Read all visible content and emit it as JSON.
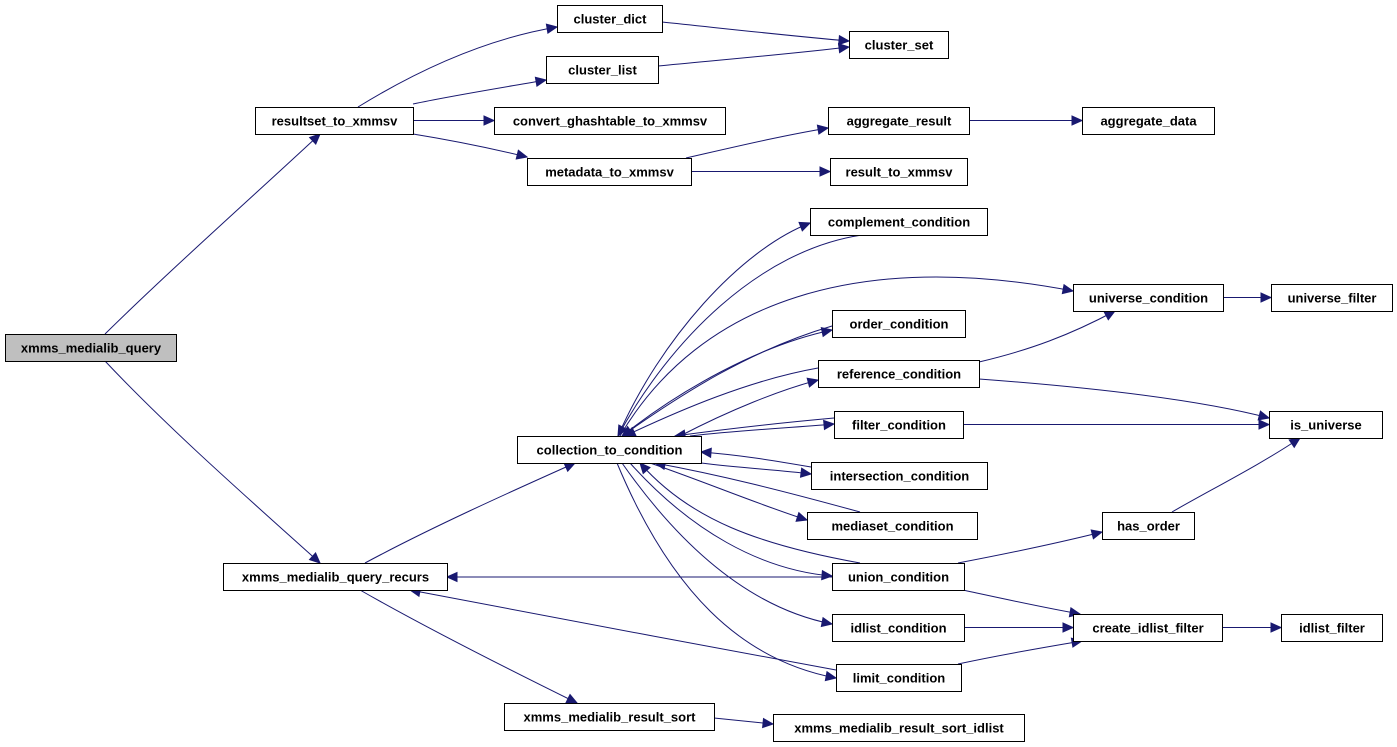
{
  "graph": {
    "colors": {
      "edge": "#191970",
      "node_fill": "#ffffff",
      "root_fill": "#bfbfbf",
      "border": "#000000"
    },
    "nodes": [
      {
        "id": "root",
        "label": "xmms_medialib_query",
        "root": true
      },
      {
        "id": "resultset",
        "label": "resultset_to_xmmsv"
      },
      {
        "id": "cdict",
        "label": "cluster_dict"
      },
      {
        "id": "cset",
        "label": "cluster_set"
      },
      {
        "id": "clist",
        "label": "cluster_list"
      },
      {
        "id": "cght",
        "label": "convert_ghashtable_to_xmmsv"
      },
      {
        "id": "aggres",
        "label": "aggregate_result"
      },
      {
        "id": "aggdata",
        "label": "aggregate_data"
      },
      {
        "id": "meta",
        "label": "metadata_to_xmmsv"
      },
      {
        "id": "resx",
        "label": "result_to_xmmsv"
      },
      {
        "id": "compl",
        "label": "complement_condition"
      },
      {
        "id": "univ",
        "label": "universe_condition"
      },
      {
        "id": "univf",
        "label": "universe_filter"
      },
      {
        "id": "order",
        "label": "order_condition"
      },
      {
        "id": "ref",
        "label": "reference_condition"
      },
      {
        "id": "filt",
        "label": "filter_condition"
      },
      {
        "id": "isuniv",
        "label": "is_universe"
      },
      {
        "id": "c2c",
        "label": "collection_to_condition"
      },
      {
        "id": "inter",
        "label": "intersection_condition"
      },
      {
        "id": "hasord",
        "label": "has_order"
      },
      {
        "id": "medset",
        "label": "mediaset_condition"
      },
      {
        "id": "recurs",
        "label": "xmms_medialib_query_recurs"
      },
      {
        "id": "union",
        "label": "union_condition"
      },
      {
        "id": "idlcond",
        "label": "idlist_condition"
      },
      {
        "id": "cidl",
        "label": "create_idlist_filter"
      },
      {
        "id": "idlf",
        "label": "idlist_filter"
      },
      {
        "id": "limit",
        "label": "limit_condition"
      },
      {
        "id": "sort",
        "label": "xmms_medialib_result_sort"
      },
      {
        "id": "sortidl",
        "label": "xmms_medialib_result_sort_idlist"
      }
    ],
    "edges": [
      {
        "from": "root",
        "to": "resultset"
      },
      {
        "from": "root",
        "to": "recurs"
      },
      {
        "from": "resultset",
        "to": "cdict"
      },
      {
        "from": "resultset",
        "to": "clist"
      },
      {
        "from": "resultset",
        "to": "cght"
      },
      {
        "from": "resultset",
        "to": "meta"
      },
      {
        "from": "cdict",
        "to": "cset"
      },
      {
        "from": "clist",
        "to": "cset"
      },
      {
        "from": "meta",
        "to": "aggres"
      },
      {
        "from": "meta",
        "to": "resx"
      },
      {
        "from": "aggres",
        "to": "aggdata"
      },
      {
        "from": "recurs",
        "to": "c2c"
      },
      {
        "from": "recurs",
        "to": "sort"
      },
      {
        "from": "sort",
        "to": "sortidl"
      },
      {
        "from": "c2c",
        "to": "compl"
      },
      {
        "from": "compl",
        "to": "c2c"
      },
      {
        "from": "c2c",
        "to": "univ"
      },
      {
        "from": "univ",
        "to": "univf"
      },
      {
        "from": "c2c",
        "to": "order"
      },
      {
        "from": "order",
        "to": "c2c"
      },
      {
        "from": "c2c",
        "to": "ref"
      },
      {
        "from": "ref",
        "to": "c2c"
      },
      {
        "from": "ref",
        "to": "univ"
      },
      {
        "from": "ref",
        "to": "isuniv"
      },
      {
        "from": "c2c",
        "to": "filt"
      },
      {
        "from": "filt",
        "to": "c2c"
      },
      {
        "from": "filt",
        "to": "isuniv"
      },
      {
        "from": "c2c",
        "to": "inter"
      },
      {
        "from": "inter",
        "to": "c2c"
      },
      {
        "from": "c2c",
        "to": "medset"
      },
      {
        "from": "medset",
        "to": "c2c"
      },
      {
        "from": "c2c",
        "to": "union"
      },
      {
        "from": "union",
        "to": "c2c"
      },
      {
        "from": "union",
        "to": "recurs"
      },
      {
        "from": "union",
        "to": "hasord"
      },
      {
        "from": "union",
        "to": "cidl"
      },
      {
        "from": "hasord",
        "to": "isuniv"
      },
      {
        "from": "c2c",
        "to": "idlcond"
      },
      {
        "from": "idlcond",
        "to": "cidl"
      },
      {
        "from": "cidl",
        "to": "idlf"
      },
      {
        "from": "c2c",
        "to": "limit"
      },
      {
        "from": "limit",
        "to": "recurs"
      },
      {
        "from": "limit",
        "to": "cidl"
      }
    ]
  }
}
